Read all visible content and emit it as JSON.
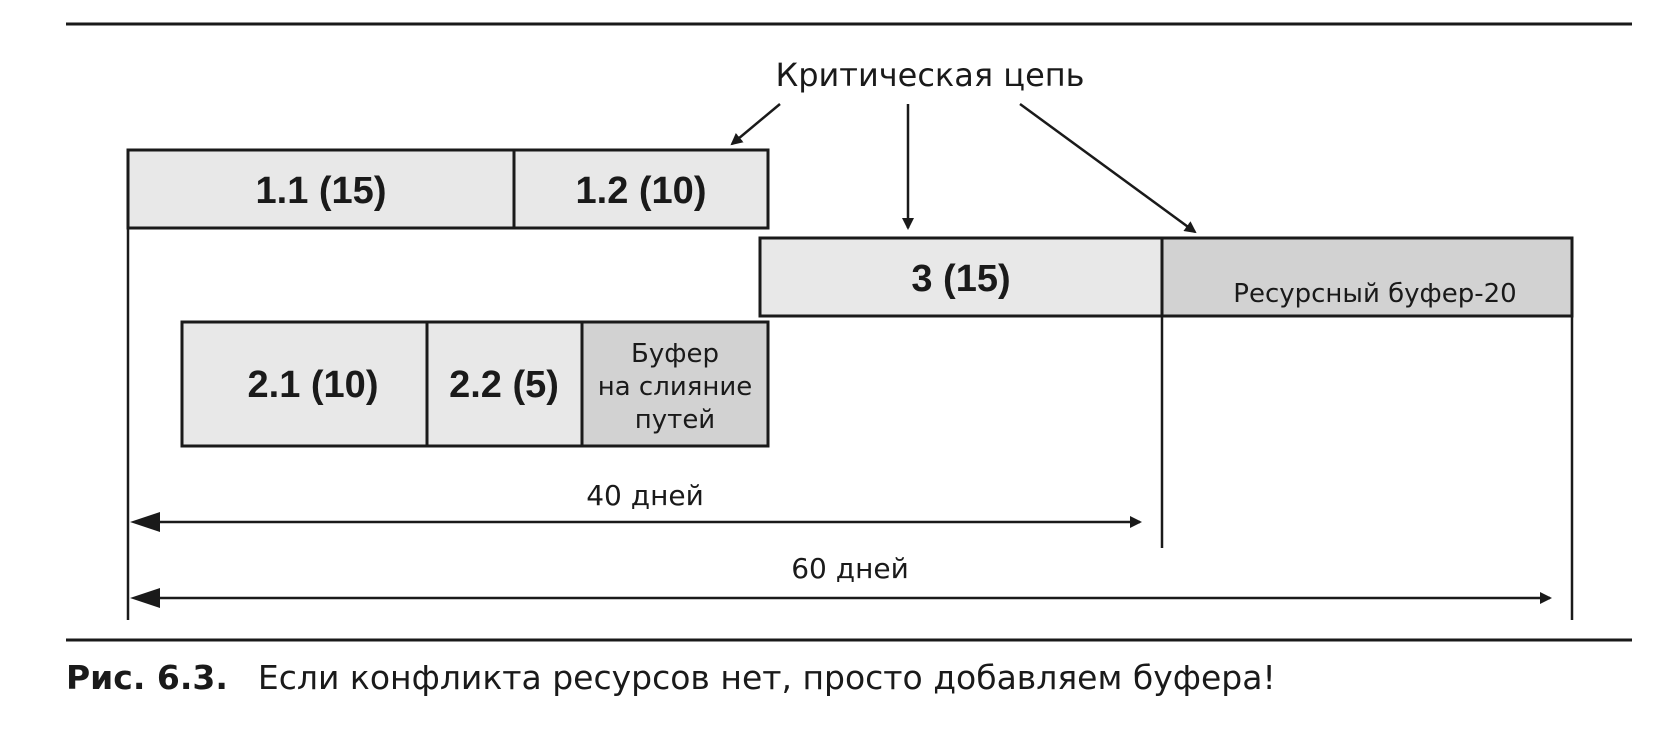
{
  "colors": {
    "task_fill": "#e8e8e8",
    "buffer_fill": "#d2d2d2",
    "stroke": "#1a1a1a"
  },
  "critical_chain_label": "Критическая цепь",
  "tasks": {
    "t11": "1.1 (15)",
    "t12": "1.2 (10)",
    "t3": "3 (15)",
    "t21": "2.1 (10)",
    "t22": "2.2 (5)"
  },
  "buffers": {
    "resource": "Ресурсный буфер-20",
    "merge_lines": [
      "Буфер",
      "на слияние",
      "путей"
    ]
  },
  "dimensions": {
    "d40": "40 дней",
    "d60": "60 дней"
  },
  "caption": {
    "number": "Рис. 6.3.",
    "text": "Если конфликта ресурсов нет, просто добавляем буфера!"
  }
}
